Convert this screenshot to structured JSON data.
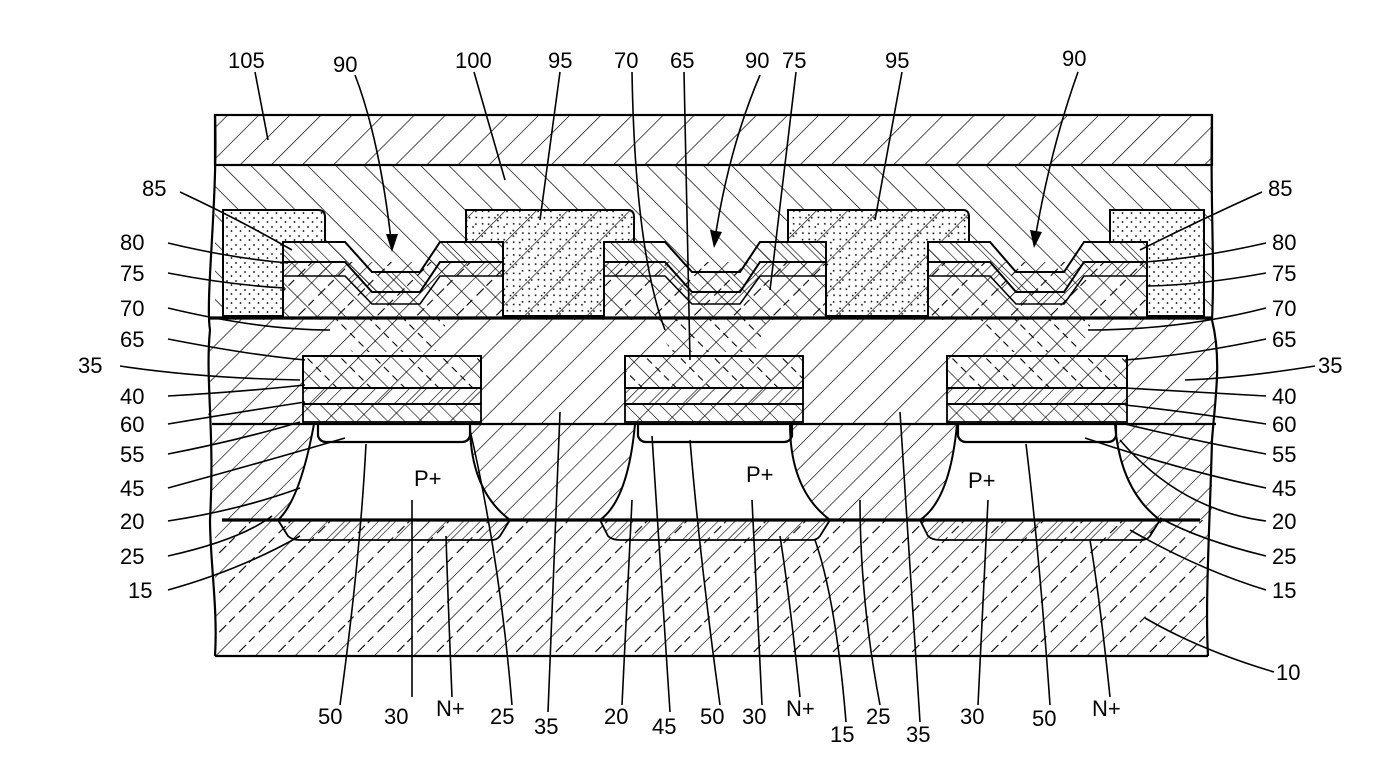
{
  "labels": {
    "l105": "105",
    "l90a": "90",
    "l100": "100",
    "l95a": "95",
    "l70t": "70",
    "l65t": "65",
    "l90b": "90",
    "l75t": "75",
    "l95b": "95",
    "l90c": "90",
    "l85L": "85",
    "l80L": "80",
    "l75L": "75",
    "l70L": "70",
    "l65L": "65",
    "l35L": "35",
    "l40L": "40",
    "l60L": "60",
    "l55L": "55",
    "l45L": "45",
    "l20L": "20",
    "l25L": "25",
    "l15L": "15",
    "l85R": "85",
    "l80R": "80",
    "l75R": "75",
    "l70R": "70",
    "l65R": "65",
    "l35R": "35",
    "l40R": "40",
    "l60R": "60",
    "l55R": "55",
    "l45R": "45",
    "l20R": "20",
    "l25R": "25",
    "l15R": "15",
    "l10": "10",
    "b50a": "50",
    "b30a": "30",
    "bNa": "N+",
    "b25a": "25",
    "b35a": "35",
    "b20a": "20",
    "b45a": "45",
    "b50b": "50",
    "b30b": "30",
    "bNb": "N+",
    "b15b": "15",
    "b25b": "25",
    "b35b": "35",
    "b30c": "30",
    "b50c": "50",
    "bNc": "N+"
  },
  "regions": {
    "p1": "P+",
    "p2": "P+",
    "p3": "P+"
  }
}
